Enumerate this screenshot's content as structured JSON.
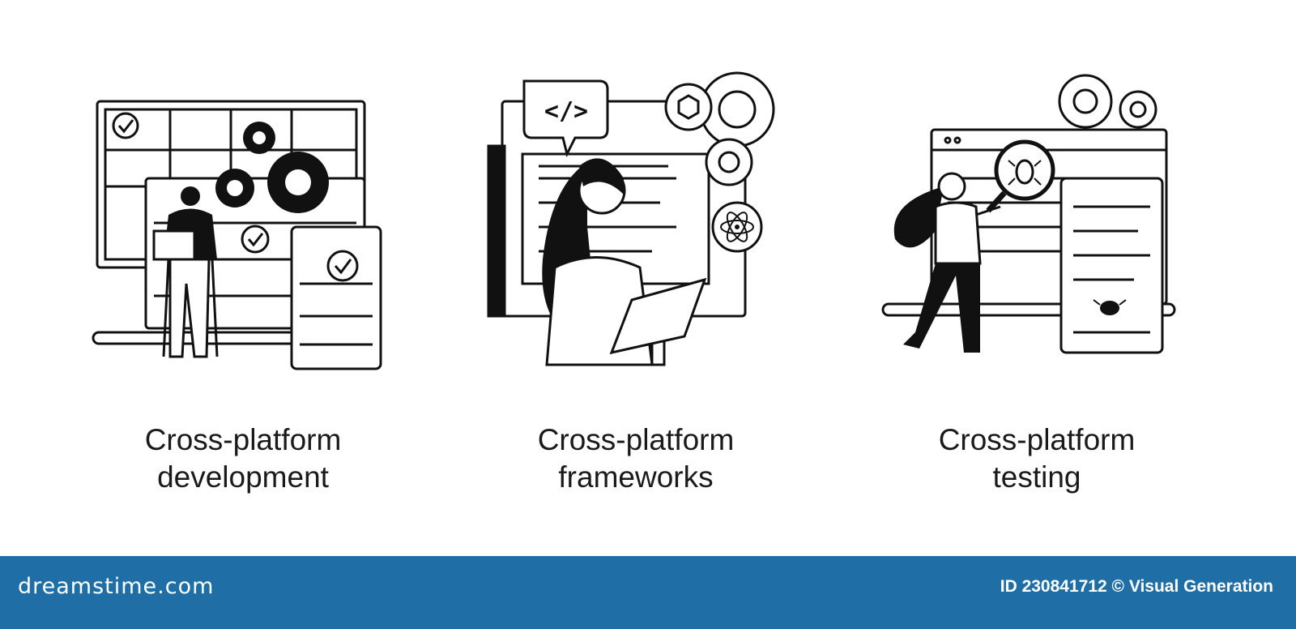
{
  "panels": [
    {
      "id": "development",
      "line1": "Cross-platform",
      "line2": "development"
    },
    {
      "id": "frameworks",
      "line1": "Cross-platform",
      "line2": "frameworks"
    },
    {
      "id": "testing",
      "line1": "Cross-platform",
      "line2": "testing"
    }
  ],
  "footer": {
    "brand": "dreamstime.com",
    "credit": "ID 230841712 © Visual Generation",
    "background": "#1f6fa6"
  },
  "icons": [
    "checkmark-icon",
    "gear-icon",
    "code-tag-icon",
    "atom-icon",
    "magnifier-bug-icon",
    "bug-icon"
  ]
}
